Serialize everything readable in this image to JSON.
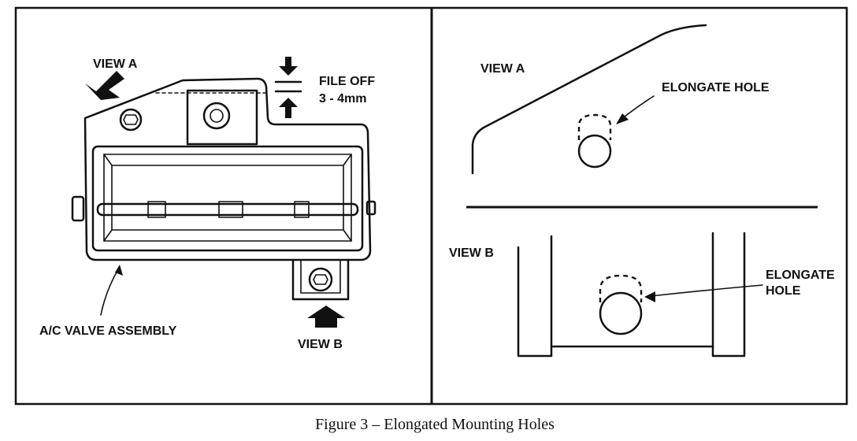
{
  "left_panel": {
    "view_a_label": "VIEW A",
    "view_b_label": "VIEW B",
    "file_off_label": "FILE OFF",
    "file_off_amount": "3 - 4mm",
    "assembly_label": "A/C VALVE ASSEMBLY"
  },
  "right_panel": {
    "view_a_label": "VIEW A",
    "view_a_callout": "ELONGATE HOLE",
    "view_b_label": "VIEW B",
    "view_b_callout_line1": "ELONGATE",
    "view_b_callout_line2": "HOLE"
  },
  "caption": "Figure 3 – Elongated Mounting Holes"
}
